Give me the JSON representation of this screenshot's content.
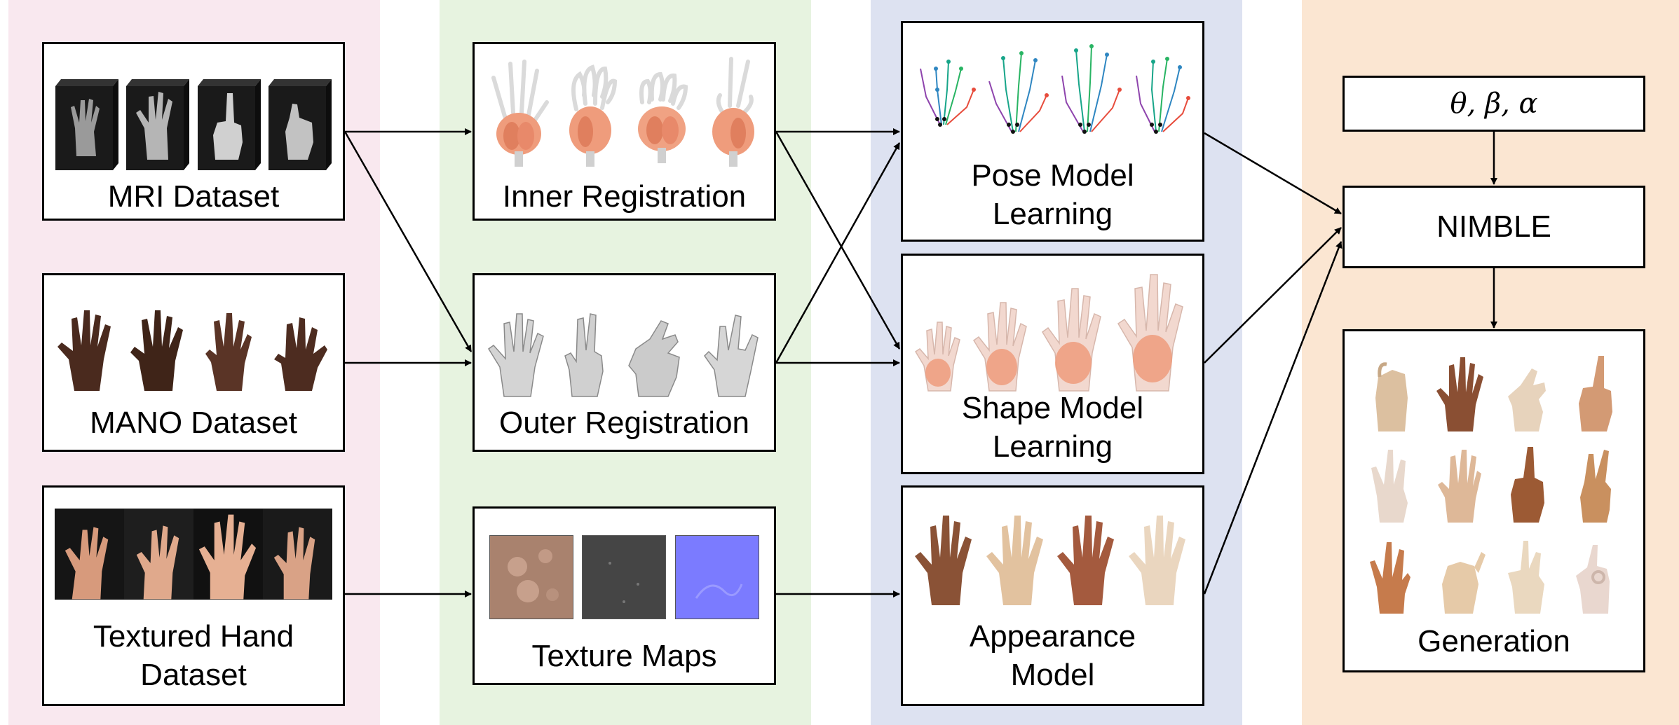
{
  "colors": {
    "band_datasets": "#f9e8ef",
    "band_registration": "#e7f3e0",
    "band_models": "#dde2f1",
    "band_output": "#fbe6d2"
  },
  "datasets": {
    "mri": {
      "label": "MRI Dataset",
      "image": "mri-hand-volumes"
    },
    "mano": {
      "label": "MANO Dataset",
      "image": "mano-hand-scans"
    },
    "textured": {
      "label_line1": "Textured Hand",
      "label_line2": "Dataset",
      "image": "textured-hand-photos"
    }
  },
  "registration": {
    "inner": {
      "label": "Inner Registration",
      "image": "bone-muscle-meshes"
    },
    "outer": {
      "label": "Outer Registration",
      "image": "skin-meshes"
    },
    "texture": {
      "label": "Texture Maps",
      "image": "texture-map-tiles"
    }
  },
  "models": {
    "pose": {
      "label_line1": "Pose Model",
      "label_line2": "Learning",
      "image": "hand-skeletons"
    },
    "shape": {
      "label_line1": "Shape Model",
      "label_line2": "Learning",
      "image": "translucent-hands"
    },
    "appearance": {
      "label_line1": "Appearance",
      "label_line2": "Model",
      "image": "skin-tone-hands"
    }
  },
  "output": {
    "params": "θ, β, α",
    "nimble": "NIMBLE",
    "generation": {
      "label": "Generation",
      "image": "generated-hand-grid"
    }
  }
}
